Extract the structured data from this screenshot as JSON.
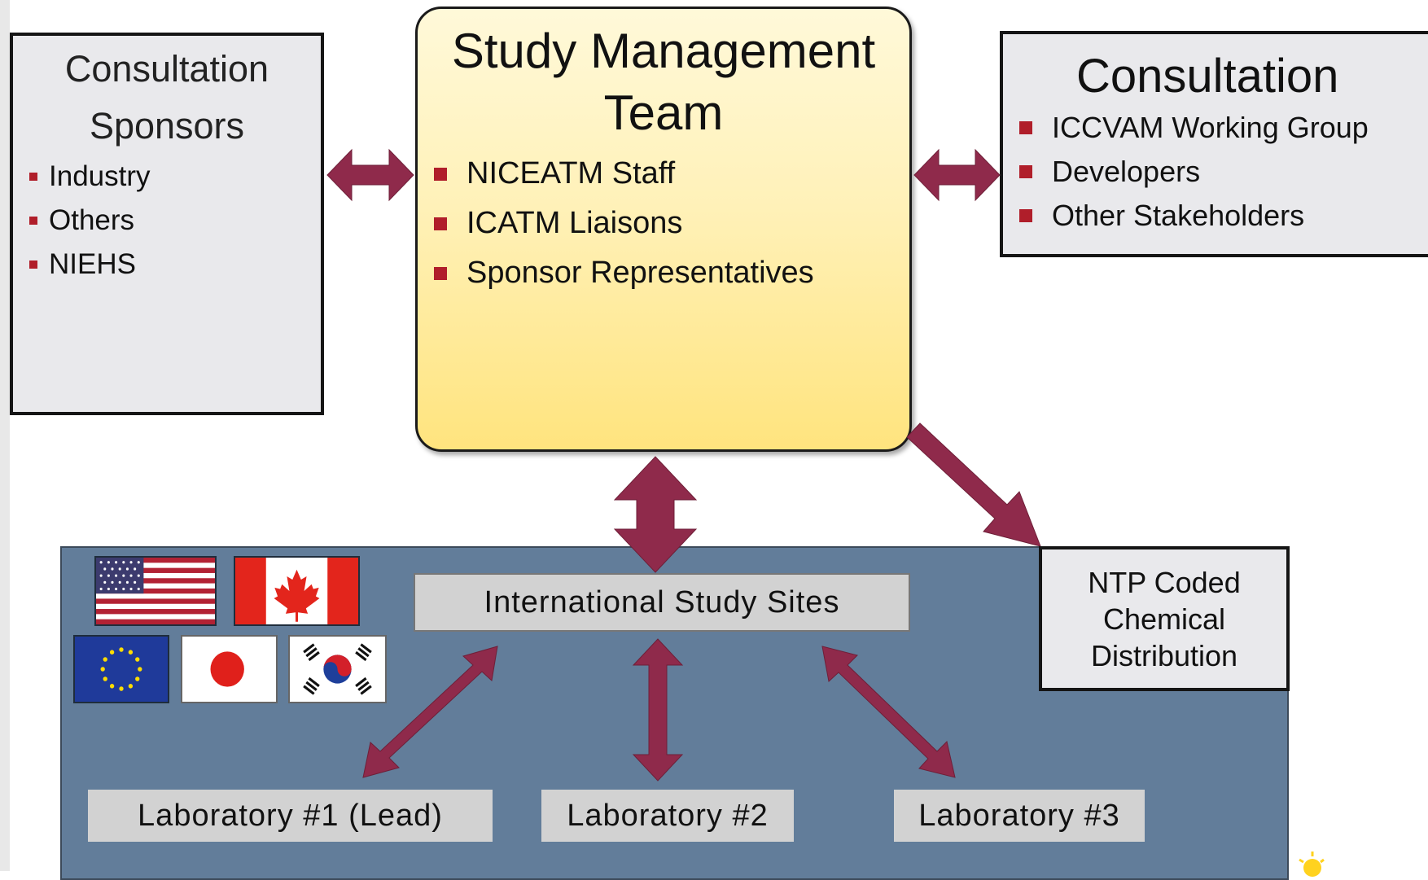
{
  "sponsors_box": {
    "heading_line1": "Consultation",
    "heading_line2": "Sponsors",
    "items": [
      "Industry",
      "Others",
      "NIEHS"
    ]
  },
  "management_box": {
    "title_line1": "Study Management",
    "title_line2": "Team",
    "items": [
      "NICEATM Staff",
      "ICATM Liaisons",
      "Sponsor Representatives"
    ]
  },
  "consultation_box": {
    "title": "Consultation",
    "items": [
      "ICCVAM Working Group",
      "Developers",
      "Other Stakeholders"
    ]
  },
  "study_sites": {
    "label": "International Study Sites",
    "flags": [
      "us-flag-icon",
      "canada-flag-icon",
      "eu-flag-icon",
      "japan-flag-icon",
      "korea-flag-icon"
    ]
  },
  "ntp_box": {
    "label": "NTP Coded\nChemical\nDistribution"
  },
  "laboratories": [
    "Laboratory #1 (Lead)",
    "Laboratory #2",
    "Laboratory #3"
  ],
  "colors": {
    "arrow": "#8f2a4b",
    "bullet": "#b01e2a",
    "region": "#627d9a",
    "panel": "#e9e9ec",
    "label": "#d2d2d2",
    "team_top": "#fff9d9",
    "team_bottom": "#ffe47e"
  }
}
